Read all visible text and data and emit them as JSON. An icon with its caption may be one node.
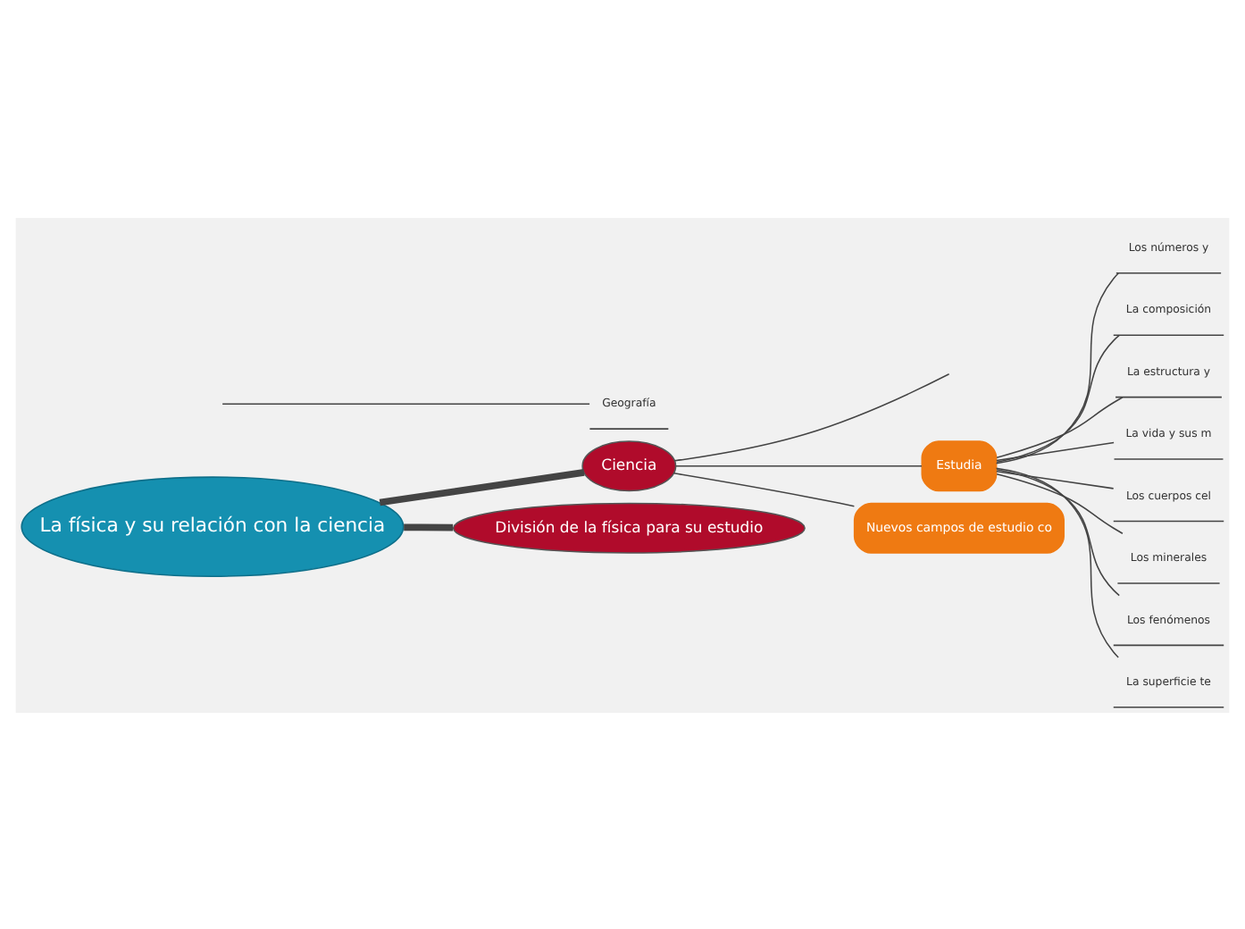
{
  "diagram": {
    "nodes": [
      {
        "text": [
          "La física y su relación con la ciencia"
        ]
      },
      {
        "text": [
          "Ciencia"
        ]
      },
      {
        "text": [
          "Estudia"
        ]
      },
      {
        "text": [
          "Los números y"
        ]
      },
      {
        "text": [
          "La composición"
        ]
      },
      {
        "text": [
          "La estructura y"
        ]
      },
      {
        "text": [
          "La vida y sus m"
        ]
      },
      {
        "text": [
          "Los cuerpos cel"
        ]
      },
      {
        "text": [
          "Los minerales"
        ]
      },
      {
        "text": [
          "Los fenómenos"
        ]
      },
      {
        "text": [
          "La superficie te"
        ]
      },
      {
        "text": [
          "Nuevos campos de estudio co"
        ]
      },
      {
        "text": [
          "Geografía"
        ]
      },
      {
        "text": [
          "División de la física para su estudio"
        ]
      }
    ],
    "edges": [
      {
        "from": 0,
        "to": 1,
        "arrow": "none",
        "style": "thick"
      },
      {
        "from": 0,
        "to": 13,
        "arrow": "none",
        "style": "thick"
      },
      {
        "from": 1,
        "to": null,
        "arrow": "none"
      },
      {
        "from": null,
        "to": 12,
        "arrow": "none"
      },
      {
        "from": 1,
        "to": 2,
        "arrow": "none"
      },
      {
        "from": 2,
        "to": 3,
        "arrow": "none"
      },
      {
        "from": 2,
        "to": 4,
        "arrow": "none"
      },
      {
        "from": 2,
        "to": 5,
        "arrow": "none"
      },
      {
        "from": 2,
        "to": 6,
        "arrow": "none"
      },
      {
        "from": 2,
        "to": 7,
        "arrow": "none"
      },
      {
        "from": 2,
        "to": 8,
        "arrow": "none"
      },
      {
        "from": 2,
        "to": 9,
        "arrow": "none"
      },
      {
        "from": 2,
        "to": 10,
        "arrow": "none"
      },
      {
        "from": 1,
        "to": 11,
        "arrow": "none"
      }
    ]
  }
}
